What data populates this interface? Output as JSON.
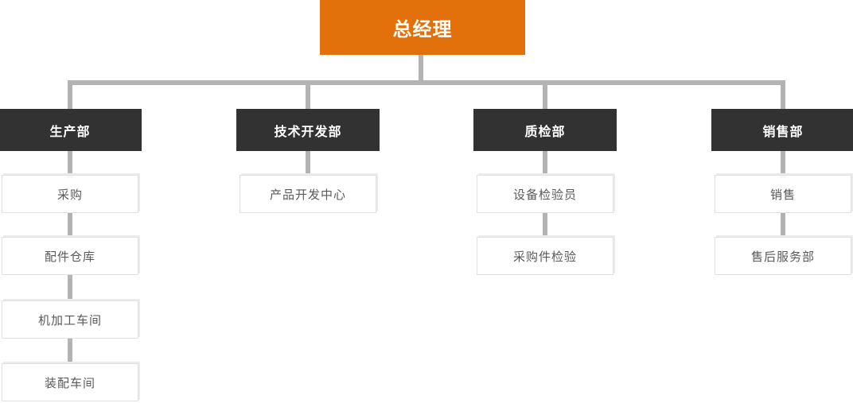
{
  "colors": {
    "root_bg": "#e2700b",
    "dept_bg": "#323232",
    "connector": "#b3b3b3",
    "leaf_border": "#e0e0e0",
    "leaf_text": "#595959"
  },
  "root": {
    "label": "总经理"
  },
  "departments": [
    {
      "label": "生产部",
      "children": [
        {
          "label": "采购"
        },
        {
          "label": "配件仓库"
        },
        {
          "label": "机加工车间"
        },
        {
          "label": "装配车间"
        }
      ]
    },
    {
      "label": "技术开发部",
      "children": [
        {
          "label": "产品开发中心"
        }
      ]
    },
    {
      "label": "质检部",
      "children": [
        {
          "label": "设备检验员"
        },
        {
          "label": "采购件检验"
        }
      ]
    },
    {
      "label": "销售部",
      "children": [
        {
          "label": "销售"
        },
        {
          "label": "售后服务部"
        }
      ]
    }
  ]
}
